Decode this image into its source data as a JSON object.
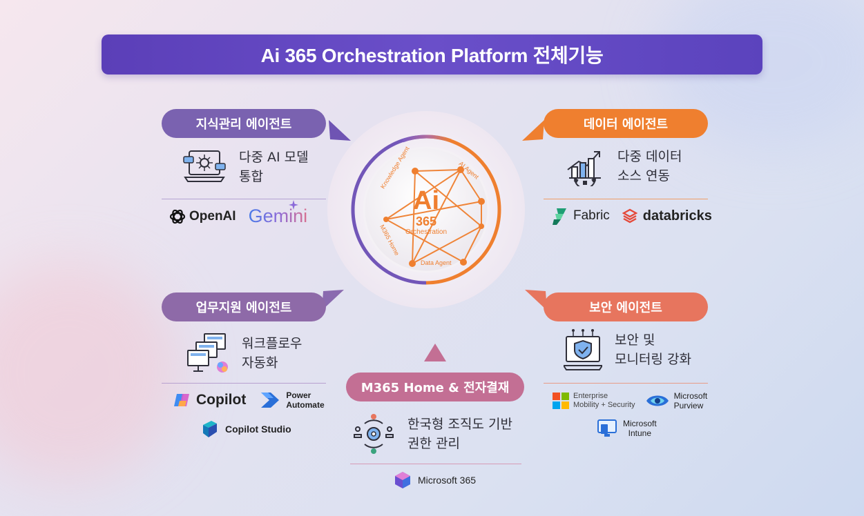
{
  "title": "Ai 365 Orchestration Platform 전체기능",
  "center": {
    "logo_main": "Ai",
    "logo_num": "365",
    "logo_sub": "Orchestration",
    "labels": {
      "knowledge": "Knowledge Agent",
      "ai": "AI Agent",
      "m365": "M365 Home",
      "data": "Data Agent"
    }
  },
  "knowledge": {
    "pill": "지식관리 에이전트",
    "feature_line1": "다중 AI 모델",
    "feature_line2": "통합",
    "logos": [
      "OpenAI",
      "Gemini"
    ]
  },
  "data": {
    "pill": "데이터 에이전트",
    "feature_line1": "다중 데이터",
    "feature_line2": "소스 연동",
    "logos": [
      "Fabric",
      "databricks"
    ]
  },
  "work": {
    "pill": "업무지원 에이전트",
    "feature_line1": "워크플로우",
    "feature_line2": "자동화",
    "logos": {
      "copilot": "Copilot",
      "power_line1": "Power",
      "power_line2": "Automate",
      "studio": "Copilot Studio"
    }
  },
  "security": {
    "pill": "보안 에이전트",
    "feature_line1": "보안 및",
    "feature_line2": "모니터링 강화",
    "logos": {
      "ems_line1": "Enterprise",
      "ems_line2": "Mobility + Security",
      "purview_line1": "Microsoft",
      "purview_line2": "Purview",
      "intune_line1": "Microsoft",
      "intune_line2": "Intune"
    }
  },
  "m365": {
    "pill": "M365 Home & 전자결재",
    "feature_line1": "한국형 조직도 기반",
    "feature_line2": "권한 관리",
    "logo": "Microsoft 365"
  },
  "colors": {
    "title_bg": "#5b3fb8",
    "purple": "#7a62b0",
    "orange": "#ef7f2f",
    "coral": "#e7755e",
    "pink": "#c36f94"
  }
}
